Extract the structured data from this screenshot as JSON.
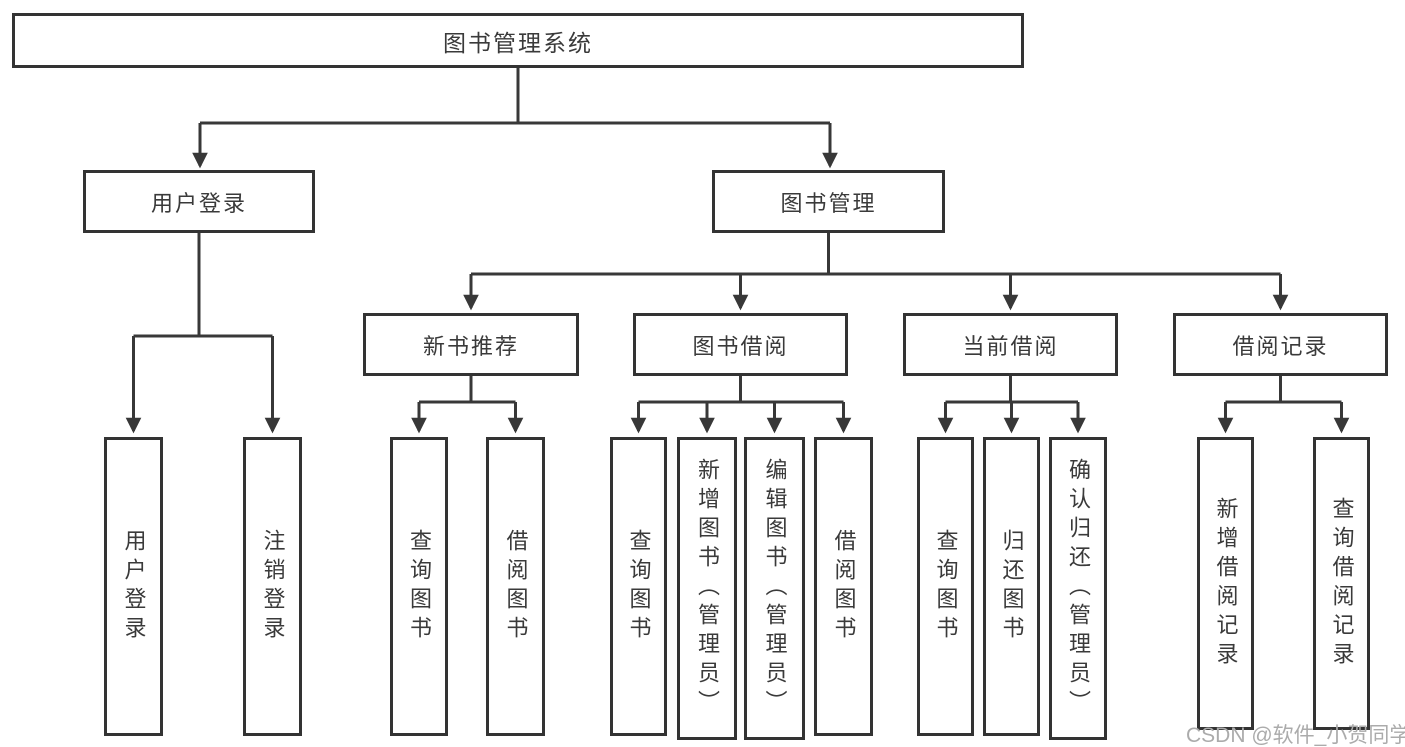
{
  "diagram": {
    "type": "hierarchy-tree",
    "root": {
      "label": "图书管理系统",
      "children": [
        {
          "label": "用户登录",
          "children": [
            {
              "label": "用户登录"
            },
            {
              "label": "注销登录"
            }
          ]
        },
        {
          "label": "图书管理",
          "children": [
            {
              "label": "新书推荐",
              "children": [
                {
                  "label": "查询图书"
                },
                {
                  "label": "借阅图书"
                }
              ]
            },
            {
              "label": "图书借阅",
              "children": [
                {
                  "label": "查询图书"
                },
                {
                  "label": "新增图书（管理员）"
                },
                {
                  "label": "编辑图书（管理员）"
                },
                {
                  "label": "借阅图书"
                }
              ]
            },
            {
              "label": "当前借阅",
              "children": [
                {
                  "label": "查询图书"
                },
                {
                  "label": "归还图书"
                },
                {
                  "label": "确认归还（管理员）"
                }
              ]
            },
            {
              "label": "借阅记录",
              "children": [
                {
                  "label": "新增借阅记录"
                },
                {
                  "label": "查询借阅记录"
                }
              ]
            }
          ]
        }
      ]
    }
  },
  "watermark": {
    "text": "CSDN @软件_小贺同学"
  },
  "colors": {
    "background": "#ffffff",
    "box_border": "#333333",
    "connector_line": "#383838",
    "text": "#3a3a3a",
    "watermark": "#ababab"
  }
}
